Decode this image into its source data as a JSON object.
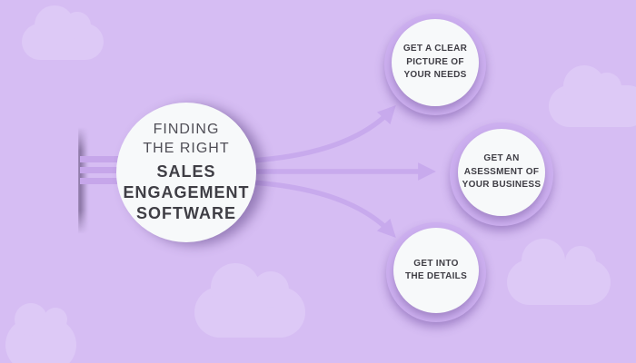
{
  "colors": {
    "background": "#d6bdf3",
    "cloud": "#ddc9f6",
    "arrow": "#c8aaed",
    "ring": "#ccafef",
    "node_fill": "#f7f9fa",
    "stripe": "#c6a6ea",
    "text_primary": "#3f3e45",
    "text_secondary": "#504f57"
  },
  "main_node": {
    "intro_lines": [
      "FINDING",
      "THE RIGHT"
    ],
    "bold_lines": [
      "SALES",
      "ENGAGEMENT",
      "SOFTWARE"
    ]
  },
  "branches": [
    {
      "lines": [
        "GET A CLEAR",
        "PICTURE OF",
        "YOUR NEEDS"
      ]
    },
    {
      "lines": [
        "GET AN",
        "ASESSMENT OF",
        "YOUR BUSINESS"
      ]
    },
    {
      "lines": [
        "GET INTO",
        "THE DETAILS"
      ]
    }
  ]
}
